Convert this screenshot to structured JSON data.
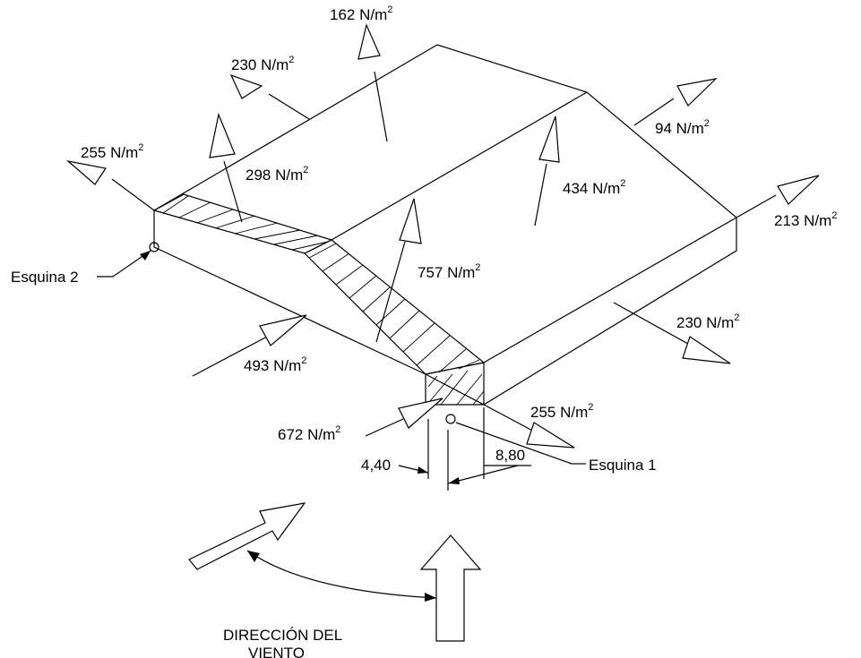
{
  "labels": {
    "p162": "162 N/m",
    "p230_top": "230 N/m",
    "p255_left": "255 N/m",
    "p298": "298 N/m",
    "p94": "94 N/m",
    "p434": "434 N/m",
    "p213": "213 N/m",
    "p757": "757 N/m",
    "p230_right": "230 N/m",
    "p493": "493 N/m",
    "p672": "672 N/m",
    "p255_front": "255 N/m",
    "exp": "2",
    "esquina2": "Esquina 2",
    "esquina1": "Esquina 1",
    "dim_440": "4,40",
    "dim_880": "8,80",
    "wind_line1": "DIRECCIÓN DEL",
    "wind_line2": "VIENTO"
  }
}
